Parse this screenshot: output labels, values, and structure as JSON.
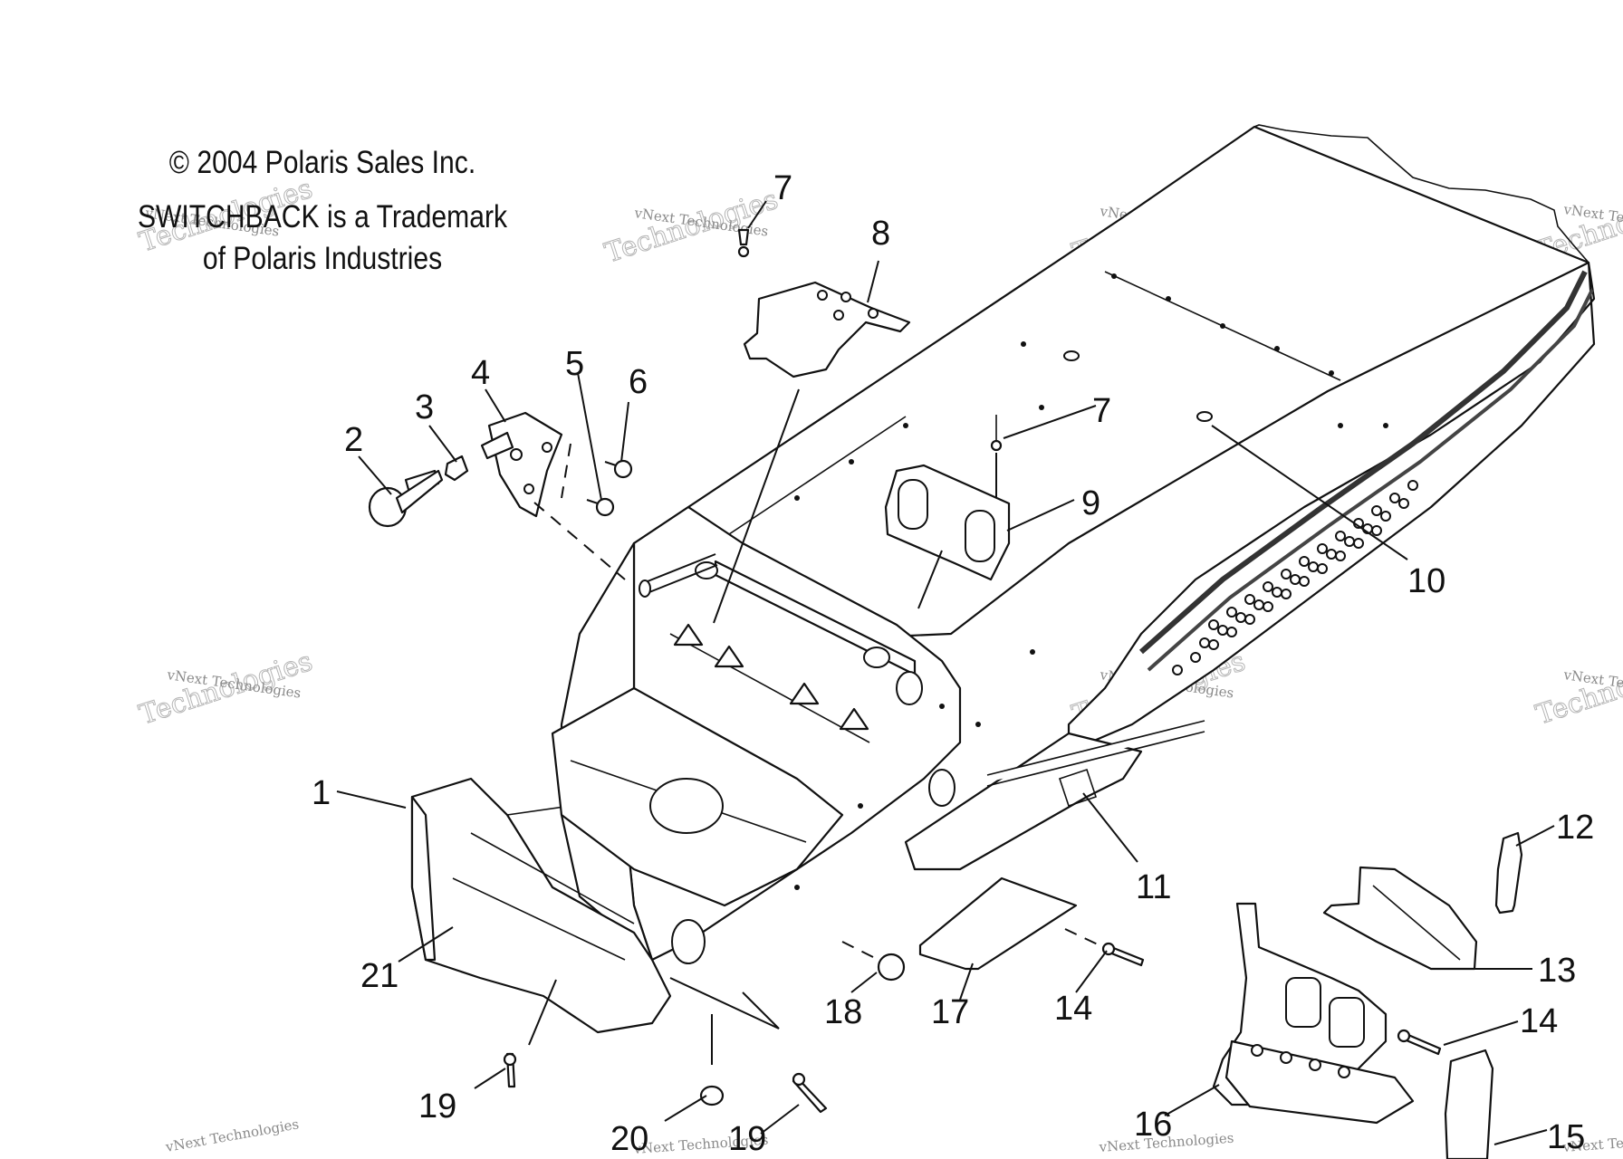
{
  "copyright": {
    "line1": "© 2004 Polaris Sales Inc.",
    "line2": "SWITCHBACK is a Trademark",
    "line3": "of Polaris Industries"
  },
  "watermark": {
    "small": "vNext Technologies",
    "big": "Technologies"
  },
  "callouts": {
    "c1": "1",
    "c2": "2",
    "c3": "3",
    "c4": "4",
    "c5": "5",
    "c6": "6",
    "c7a": "7",
    "c7b": "7",
    "c8": "8",
    "c9": "9",
    "c10": "10",
    "c11": "11",
    "c12": "12",
    "c13": "13",
    "c14a": "14",
    "c14b": "14",
    "c15": "15",
    "c16": "16",
    "c17": "17",
    "c18": "18",
    "c19a": "19",
    "c19b": "19",
    "c20": "20",
    "c21": "21"
  }
}
